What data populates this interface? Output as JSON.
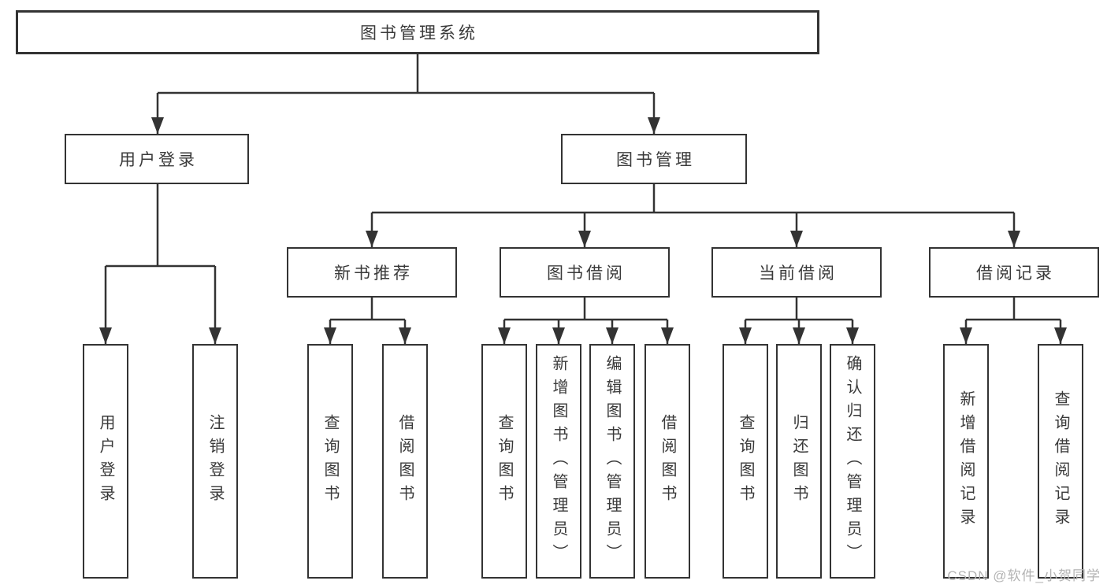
{
  "diagram": {
    "root": "图书管理系统",
    "level2": [
      "用户登录",
      "图书管理"
    ],
    "level3": [
      "新书推荐",
      "图书借阅",
      "当前借阅",
      "借阅记录"
    ],
    "leaves_user_login": [
      "用户登录",
      "注销登录"
    ],
    "leaves_new_book": [
      "查询图书",
      "借阅图书"
    ],
    "leaves_book_borrow": [
      "查询图书",
      "新增图书（管理员）",
      "编辑图书（管理员）",
      "借阅图书"
    ],
    "leaves_current_borrow": [
      "查询图书",
      "归还图书",
      "确认归还（管理员）"
    ],
    "leaves_borrow_records": [
      "新增借阅记录",
      "查询借阅记录"
    ]
  },
  "watermark": "CSDN @软件_小贺同学",
  "colors": {
    "line": "#333333",
    "text": "#3a3a3a",
    "watermark": "#b3b3b3",
    "background": "#ffffff"
  }
}
